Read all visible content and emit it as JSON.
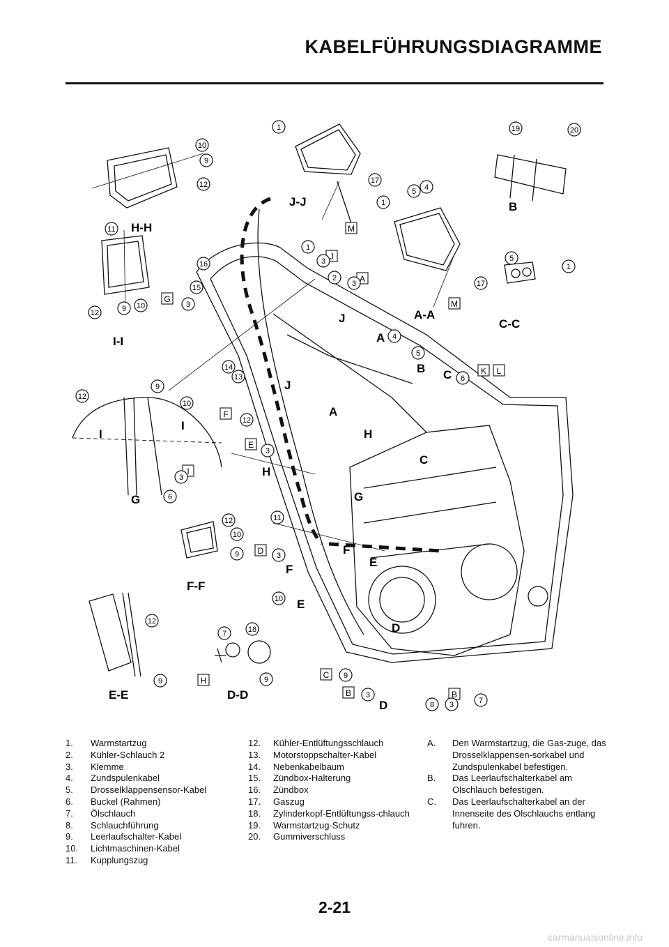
{
  "header": {
    "title": "KABELFÜHRUNGSDIAGRAMME"
  },
  "sections": [
    "H-H",
    "J-J",
    "B",
    "I-I",
    "A-A",
    "C-C",
    "G",
    "F-F",
    "E-E",
    "D-D"
  ],
  "arrow_labels": [
    "J",
    "A",
    "B",
    "C",
    "H",
    "G",
    "F",
    "E",
    "D",
    "I"
  ],
  "box_labels": [
    "M",
    "J",
    "A",
    "G",
    "K",
    "L",
    "F",
    "E",
    "I",
    "D",
    "C",
    "B",
    "H"
  ],
  "legend": {
    "col1": [
      {
        "n": "1.",
        "t": "Warmstartzug"
      },
      {
        "n": "2.",
        "t": "Kühler-Schlauch 2"
      },
      {
        "n": "3.",
        "t": "Klemme"
      },
      {
        "n": "4.",
        "t": "Zundspulenkabel"
      },
      {
        "n": "5.",
        "t": "Drosselklappensensor-Kabel"
      },
      {
        "n": "6.",
        "t": "Buckel (Rahmen)"
      },
      {
        "n": "7.",
        "t": "Ölschlauch"
      },
      {
        "n": "8.",
        "t": "Schlauchführung"
      },
      {
        "n": "9.",
        "t": "Leerlaufschalter-Kabel"
      },
      {
        "n": "10.",
        "t": "Lichtmaschinen-Kabel"
      },
      {
        "n": "11.",
        "t": "Kupplungszug"
      }
    ],
    "col2": [
      {
        "n": "12.",
        "t": "Kühler-Entlüftungsschlauch"
      },
      {
        "n": "13.",
        "t": "Motorstoppschalter-Kabel"
      },
      {
        "n": "14.",
        "t": "Nebenkabelbaum"
      },
      {
        "n": "15.",
        "t": "Zündbox-Halterung"
      },
      {
        "n": "16.",
        "t": "Zündbox"
      },
      {
        "n": "17.",
        "t": "Gaszug"
      },
      {
        "n": "18.",
        "t": "Zylinderkopf-Entlüftungss-chlauch"
      },
      {
        "n": "19.",
        "t": "Warmstartzug-Schutz"
      },
      {
        "n": "20.",
        "t": "Gummiverschluss"
      }
    ],
    "col3": [
      {
        "n": "A.",
        "t": "Den Warmstartzug, die Gas-zuge, das Drosselklappensen-sorkabel und Zundspulenkabel befestigen."
      },
      {
        "n": "B.",
        "t": "Das Leerlaufschalterkabel am Olschlauch befestigen."
      },
      {
        "n": "C.",
        "t": "Das Leerlaufschalterkabel an der Innenseite des Olschlauchs entlang fuhren."
      }
    ]
  },
  "page_number": "2-21",
  "watermark": "carmanualsonline.info"
}
